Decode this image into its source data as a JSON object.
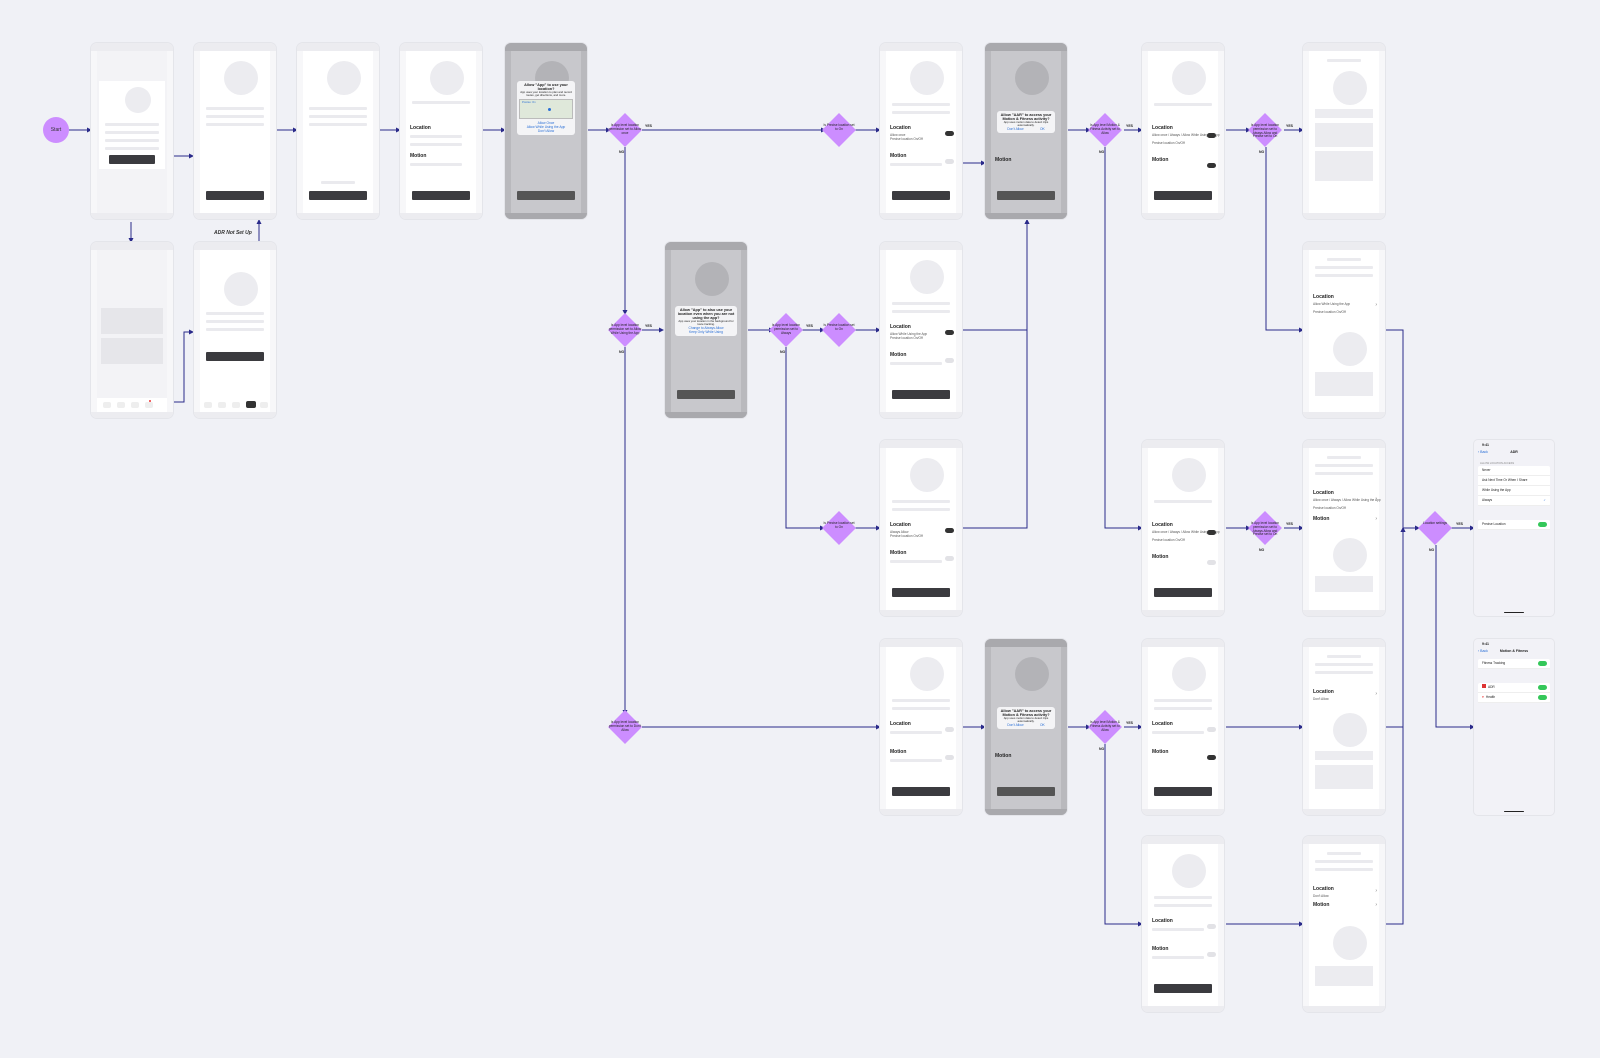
{
  "flow": {
    "start_label": "Start",
    "note": "ADR Not Set Up",
    "yes": "YES",
    "no": "NO"
  },
  "screens": {
    "location_label": "Location",
    "motion_label": "Motion",
    "allow_once": "Allow once",
    "precise_off": "Precise location On/Off",
    "allow_while_using": "Allow While Using the App",
    "always_allow": "Always Allow",
    "allow_all": "Allow once / Always / Allow While Using the App",
    "dont_allow": "Don't Allow"
  },
  "dialogs": {
    "location": {
      "title": "Allow \"App\" to use your location?",
      "body": "App uses your location to plan and record routes, get directions, and more.",
      "map_label": "Precise: On",
      "opt1": "Allow Once",
      "opt2": "Allow While Using the App",
      "opt3": "Don't Allow"
    },
    "always": {
      "title": "Allow \"App\" to also use your location even when you are not using the app?",
      "body": "App uses your location in the background for route tracking.",
      "opt1": "Change to Always Allow",
      "opt2": "Keep Only While Using"
    },
    "motion": {
      "title": "Allow \"AAR\" to access your Motion & Fitness activity?",
      "body": "App uses motion data to detect trips automatically.",
      "opt1": "Don't Allow",
      "opt2": "OK"
    }
  },
  "decisions": {
    "d1": "Is App level location permission set to Allow once",
    "d2": "Is Precise location set to On",
    "d3": "Is App level location permission set to Allow While Using the App",
    "d4": "Is App level location permission set to Always",
    "d5": "Is Precise location set to On",
    "d6": "Is App level location permission set to Don't Allow",
    "d7": "Is App level Motion & Fitness Activity set to Allow",
    "d8": "Is App level location permission set to Always Allow and Precise set to On",
    "d9": "Is App level Motion & Fitness Activity set to Allow",
    "d10": "Is App level location permission set to Always Allow and Precise set to On",
    "d11": "Location settings"
  },
  "ios_location": {
    "time": "9:41",
    "back": "Back",
    "title": "ADR",
    "section": "ALLOW LOCATION ACCESS",
    "rows": [
      "Never",
      "Ask Next Time Or When I Share",
      "While Using the App",
      "Always"
    ],
    "precise": "Precise Location"
  },
  "ios_motion": {
    "time": "9:41",
    "back": "Back",
    "title": "Motion & Fitness",
    "fitness": "Fitness Tracking",
    "app1": "ADR",
    "app2": "Health"
  }
}
